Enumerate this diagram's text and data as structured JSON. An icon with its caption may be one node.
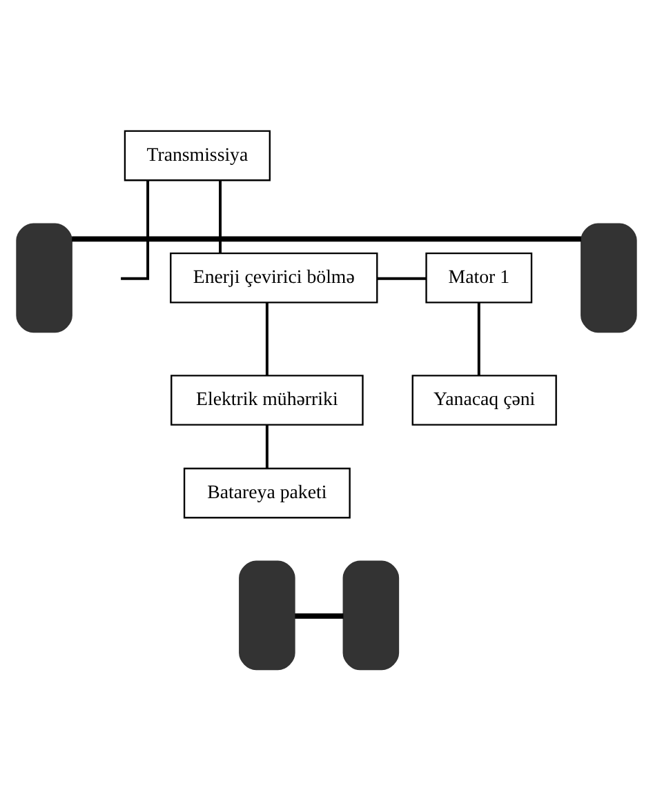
{
  "diagram": {
    "nodes": [
      {
        "text": [],
        "shape": "box"
      },
      {
        "text": [],
        "shape": "box"
      },
      {
        "text": [
          "Transmissiya"
        ]
      },
      {
        "text": [
          "Mator 1"
        ]
      },
      {
        "text": [
          "Enerji çevirici bölmə"
        ]
      },
      {
        "text": [
          "Elektrik mühərriki"
        ]
      },
      {
        "text": [
          "Yanacaq çəni"
        ]
      },
      {
        "text": [
          "Batareya paketi"
        ]
      },
      {
        "text": [],
        "shape": "box"
      },
      {
        "text": [],
        "shape": "box"
      }
    ],
    "edges": [
      {
        "from": 0,
        "to": 1,
        "arrow": "none",
        "style": "thick"
      },
      {
        "from": 2,
        "to": null,
        "arrow": "none"
      },
      {
        "from": 2,
        "to": 4,
        "arrow": "none"
      },
      {
        "from": 3,
        "to": 4,
        "arrow": "none"
      },
      {
        "from": 4,
        "to": 5,
        "arrow": "none"
      },
      {
        "from": 3,
        "to": 6,
        "arrow": "none"
      },
      {
        "from": 5,
        "to": 7,
        "arrow": "none"
      },
      {
        "from": 8,
        "to": 9,
        "arrow": "none",
        "style": "thick"
      }
    ]
  }
}
